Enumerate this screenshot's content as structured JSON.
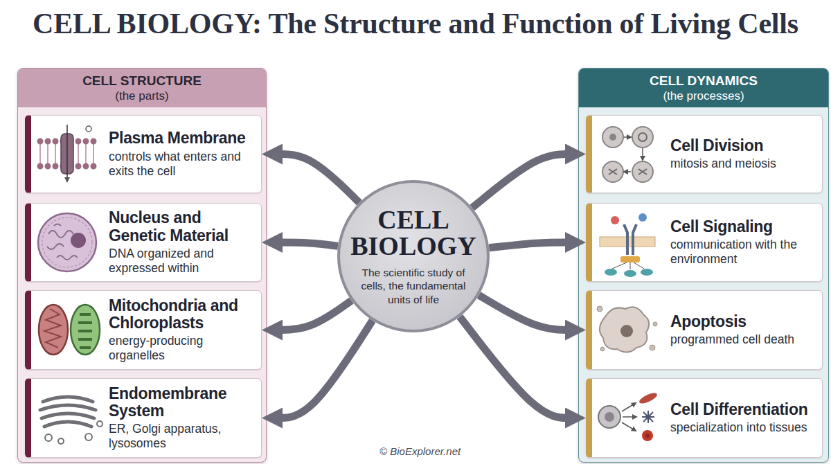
{
  "diagram": {
    "title": "CELL BIOLOGY: The Structure and Function of Living Cells",
    "nodes": [
      {
        "text": [
          "CELL STRUCTURE",
          "(the parts)"
        ]
      },
      {
        "text": [
          "Plasma Membrane",
          "controls what enters and exits the cell"
        ],
        "in": 0
      },
      {
        "text": [
          "Nucleus and Genetic Material",
          "DNA organized and expressed within"
        ],
        "in": 0
      },
      {
        "text": [
          "Mitochondria and Chloroplasts",
          "energy-producing organelles"
        ],
        "in": 0
      },
      {
        "text": [
          "Endomembrane System",
          "ER, Golgi apparatus, lysosomes"
        ],
        "in": 0
      },
      {
        "text": [
          "CELL BIOLOGY",
          "The scientific study of cells, the fundamental units of life"
        ]
      },
      {
        "text": [
          "CELL DYNAMICS",
          "(the processes)"
        ]
      },
      {
        "text": [
          "Cell Division",
          "mitosis and meiosis"
        ],
        "in": 6
      },
      {
        "text": [
          "Cell Signaling",
          "communication with the environment"
        ],
        "in": 6
      },
      {
        "text": [
          "Apoptosis",
          "programmed cell death"
        ],
        "in": 6
      },
      {
        "text": [
          "Cell Differentiation",
          "specialization into tissues"
        ],
        "in": 6
      }
    ],
    "edges": [
      {
        "from": 5,
        "to": 1,
        "arrow": "to"
      },
      {
        "from": 5,
        "to": 2,
        "arrow": "to"
      },
      {
        "from": 5,
        "to": 3,
        "arrow": "to"
      },
      {
        "from": 5,
        "to": 4,
        "arrow": "to"
      },
      {
        "from": 5,
        "to": 7,
        "arrow": "to"
      },
      {
        "from": 5,
        "to": 8,
        "arrow": "to"
      },
      {
        "from": 5,
        "to": 9,
        "arrow": "to"
      },
      {
        "from": 5,
        "to": 10,
        "arrow": "to"
      }
    ],
    "labels": [
      "© BioExplorer.net"
    ]
  }
}
